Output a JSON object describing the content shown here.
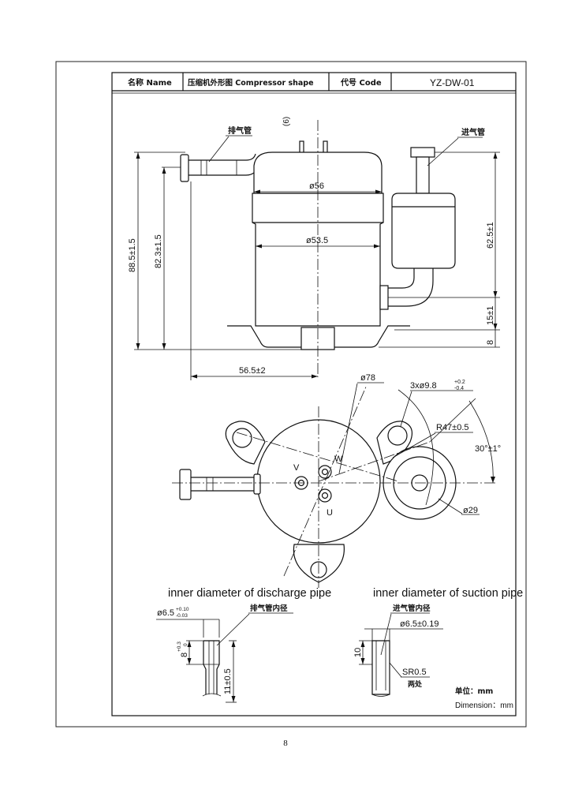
{
  "title_block": {
    "name_label": "名称 Name",
    "name_value": "压缩机外形图 Compressor shape",
    "code_label": "代号 Code",
    "code_value": "YZ-DW-01"
  },
  "front_view": {
    "discharge_label": "排气管",
    "suction_label": "进气管",
    "dim_6": "(6)",
    "dim_d56": "ø56",
    "dim_d535": "ø53.5",
    "dim_885": "88.5±1.5",
    "dim_823": "82.3±1.5",
    "dim_625": "62.5±1",
    "dim_15": "15±1",
    "dim_8": "8",
    "dim_565": "56.5±2"
  },
  "top_view": {
    "dim_d78": "ø78",
    "dim_holes": "3xø9.8",
    "dim_holes_upper": "+0.2",
    "dim_holes_lower": "-0.4",
    "dim_r47": "R47±0.5",
    "dim_angle": "30°±1°",
    "dim_d29": "ø29",
    "terminal_v": "V",
    "terminal_w": "W",
    "terminal_u": "U"
  },
  "discharge_detail": {
    "heading": "inner diameter of discharge pipe",
    "cn_label": "排气管内径",
    "dim_d65": "ø6.5",
    "dim_d65_upper": "+0.10",
    "dim_d65_lower": "-0.03",
    "dim_8": "8",
    "dim_8_upper": "+0.3",
    "dim_8_lower": "0",
    "dim_11": "11±0.5"
  },
  "suction_detail": {
    "heading": "inner diameter of suction pipe",
    "cn_label": "进气管内径",
    "dim_d65": "ø6.5±0.19",
    "dim_10": "10",
    "dim_sr": "SR0.5",
    "sr_note": "两处"
  },
  "units": {
    "cn": "单位：mm",
    "en": "Dimension：mm"
  },
  "page_number": "8"
}
